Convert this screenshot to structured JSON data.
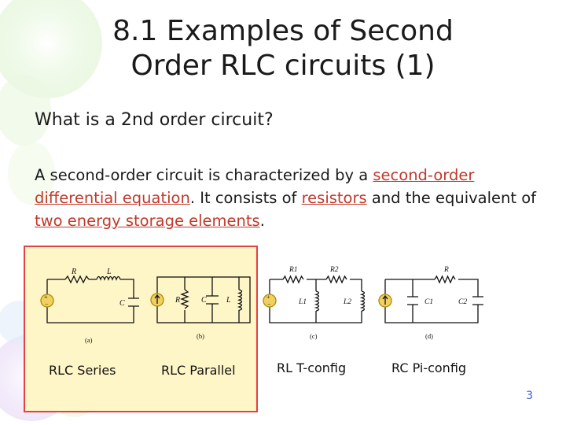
{
  "slide": {
    "title_line1": "8.1 Examples of Second",
    "title_line2": "Order RLC circuits (1)",
    "question": "What is a 2nd order circuit?",
    "paragraph": {
      "p1": "A second-order circuit is characterized by a ",
      "l1": "second-order differential equation",
      "p2": ". It consists of ",
      "l2": "resistors",
      "p3": " and the equivalent of ",
      "l3": "two energy storage elements",
      "p4": "."
    },
    "page_number": "3"
  },
  "circuits": {
    "a": {
      "tag": "(a)",
      "caption": "RLC Series",
      "r": "R",
      "l": "L",
      "c": "C"
    },
    "b": {
      "tag": "(b)",
      "caption": "RLC Parallel",
      "r": "R",
      "c": "C",
      "l": "L"
    },
    "c": {
      "tag": "(c)",
      "caption": "RL T-config",
      "r1": "R1",
      "r2": "R2",
      "l1": "L1",
      "l2": "L2"
    },
    "d": {
      "tag": "(d)",
      "caption": "RC Pi-config",
      "r": "R",
      "c1": "C1",
      "c2": "C2"
    }
  },
  "colors": {
    "accent_red": "#c0392b",
    "highlight_fill": "#fff6c8",
    "highlight_border": "#e34141",
    "page_number": "#3b5bd6"
  }
}
